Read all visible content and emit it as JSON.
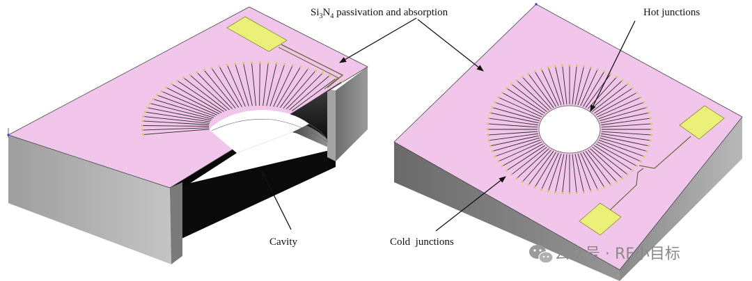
{
  "labels": {
    "si3n4_prefix": "Si",
    "si3n4_sub1": "3",
    "si3n4_mid": "N",
    "si3n4_sub2": "4",
    "si3n4_suffix": " passivation and absorption",
    "hot_junctions": "Hot junctions",
    "cavity": "Cavity",
    "cold_junctions": "Cold  junctions"
  },
  "watermark": {
    "icon": "wechat-icon",
    "text": "公众号 · RF小目标"
  },
  "colors": {
    "membrane": "#f2c6ea",
    "pad": "#eaf078",
    "side_face": "#8d8d8d",
    "front_face": "#b2b2b2",
    "thermopile_line": "#2a2a2a"
  }
}
